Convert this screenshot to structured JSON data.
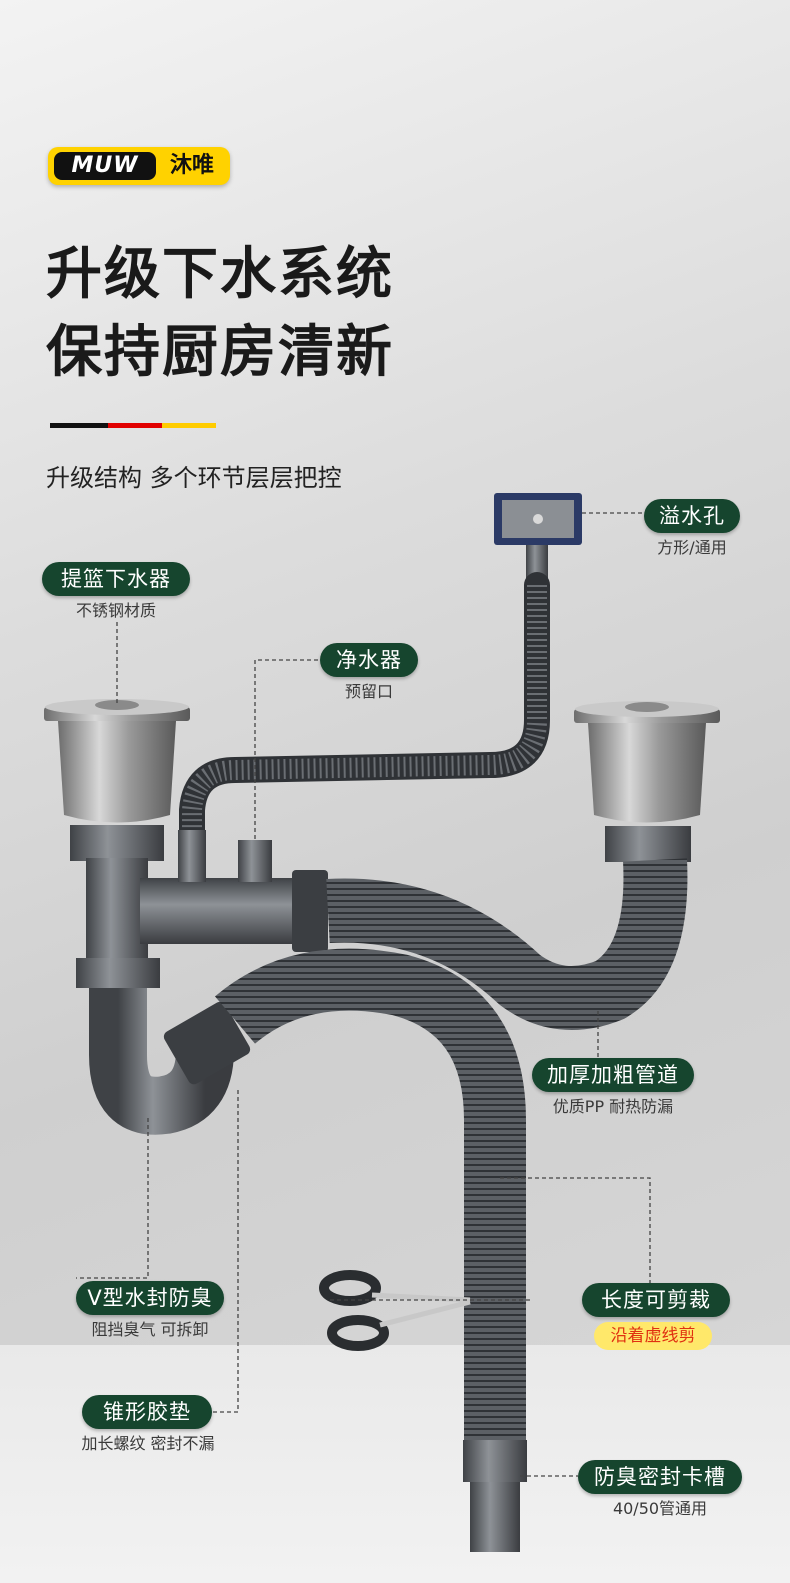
{
  "brand": {
    "logo_en": "MUW",
    "logo_cn": "沐唯"
  },
  "headline": {
    "line1": "升级下水系统",
    "line2": "保持厨房清新"
  },
  "subtitle": "升级结构 多个环节层层把控",
  "colors": {
    "tag_bg": "#16452e",
    "accent_yellow": "#ffd200",
    "flag_black": "#111111",
    "flag_red": "#e10000",
    "flag_yellow": "#ffcc00",
    "cut_note_bg": "#ffe86a",
    "cut_note_text": "#e03010"
  },
  "callouts": {
    "overflow": {
      "label": "溢水孔",
      "sub": "方形/通用"
    },
    "basket": {
      "label": "提篮下水器",
      "sub": "不锈钢材质"
    },
    "purifier": {
      "label": "净水器",
      "sub": "预留口"
    },
    "thick_pipe": {
      "label": "加厚加粗管道",
      "sub": "优质PP 耐热防漏"
    },
    "v_seal": {
      "label": "V型水封防臭",
      "sub": "阻挡臭气 可拆卸"
    },
    "length": {
      "label": "长度可剪裁",
      "sub": "沿着虚线剪"
    },
    "gasket": {
      "label": "锥形胶垫",
      "sub": "加长螺纹 密封不漏"
    },
    "odor_groove": {
      "label": "防臭密封卡槽",
      "sub": "40/50管通用"
    }
  },
  "icons": [
    "scissors-icon"
  ]
}
